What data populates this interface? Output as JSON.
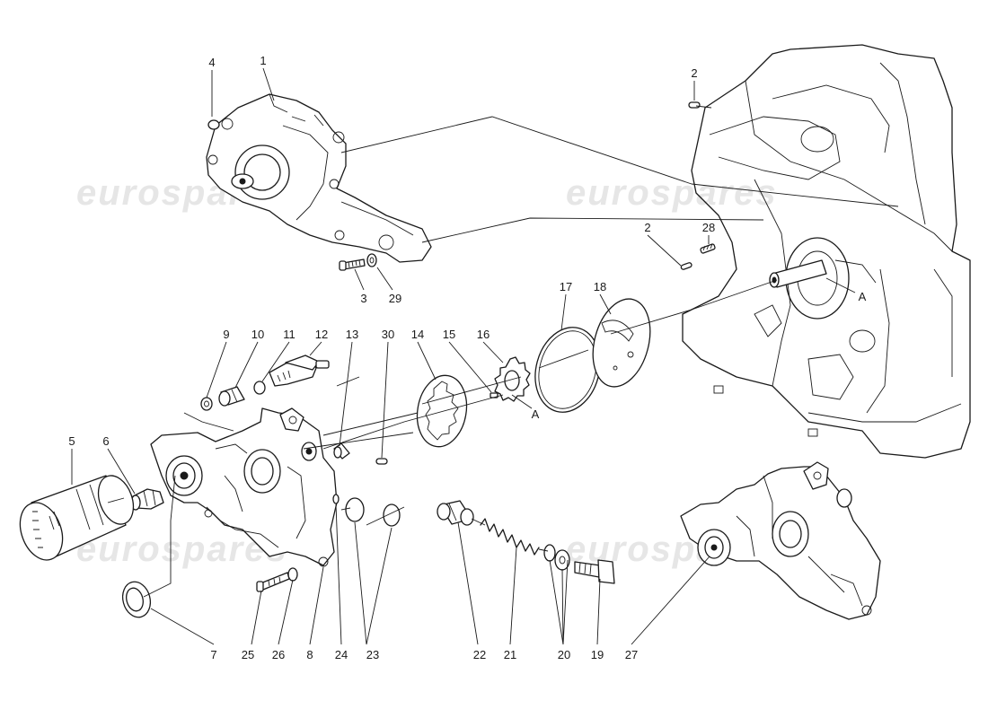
{
  "watermarks": [
    "eurospares",
    "eurospares",
    "eurospares",
    "eurospares"
  ],
  "parts": {
    "p1": "1",
    "p2a": "2",
    "p2b": "2",
    "p3": "3",
    "p4": "4",
    "p5": "5",
    "p6": "6",
    "p7": "7",
    "p8": "8",
    "p9": "9",
    "p10": "10",
    "p11": "11",
    "p12": "12",
    "p13": "13",
    "p14": "14",
    "p15": "15",
    "p16": "16",
    "p17": "17",
    "p18": "18",
    "p19": "19",
    "p20": "20",
    "p21": "21",
    "p22": "22",
    "p23": "23",
    "p24": "24",
    "p25": "25",
    "p26": "26",
    "p27": "27",
    "p28": "28",
    "p29": "29",
    "p30": "30",
    "refA1": "A",
    "refA2": "A"
  }
}
